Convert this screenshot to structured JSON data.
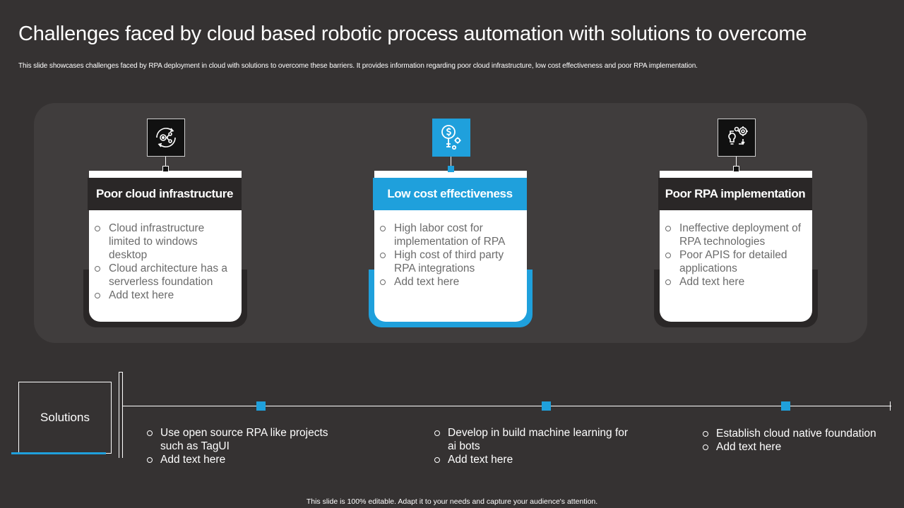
{
  "slide": {
    "title": "Challenges faced by cloud based robotic process automation with solutions to overcome",
    "subtitle": "This slide showcases challenges faced by RPA deployment in cloud with solutions to overcome these barriers. It provides information regarding poor cloud infrastructure, low cost effectiveness and poor RPA implementation.",
    "footer": "This slide is 100% editable. Adapt it to your needs and capture your audience's attention."
  },
  "colors": {
    "background": "#353232",
    "panel": "#403d3d",
    "accent": "#1fa0dc",
    "dark": "#2a2727"
  },
  "challenges": [
    {
      "icon": "cloud-process-gear-icon",
      "heading": "Poor cloud infrastructure",
      "items": [
        "Cloud infrastructure limited to windows desktop",
        "Cloud architecture has a serverless foundation",
        "Add text here"
      ]
    },
    {
      "icon": "dollar-magnifier-gear-icon",
      "heading": "Low cost effectiveness",
      "items": [
        "High labor cost for implementation of RPA",
        "High cost of third party RPA integrations",
        "Add text here"
      ]
    },
    {
      "icon": "idea-gear-cycle-icon",
      "heading": "Poor RPA implementation",
      "items": [
        "Ineffective deployment of RPA technologies",
        "Poor APIS for detailed applications",
        "Add text here"
      ]
    }
  ],
  "solutions": {
    "label": "Solutions",
    "groups": [
      [
        "Use open source RPA like projects such as TagUI",
        "Add text here"
      ],
      [
        "Develop in build machine learning for ai bots",
        "Add text here"
      ],
      [
        "Establish cloud native foundation",
        "Add text here"
      ]
    ]
  }
}
